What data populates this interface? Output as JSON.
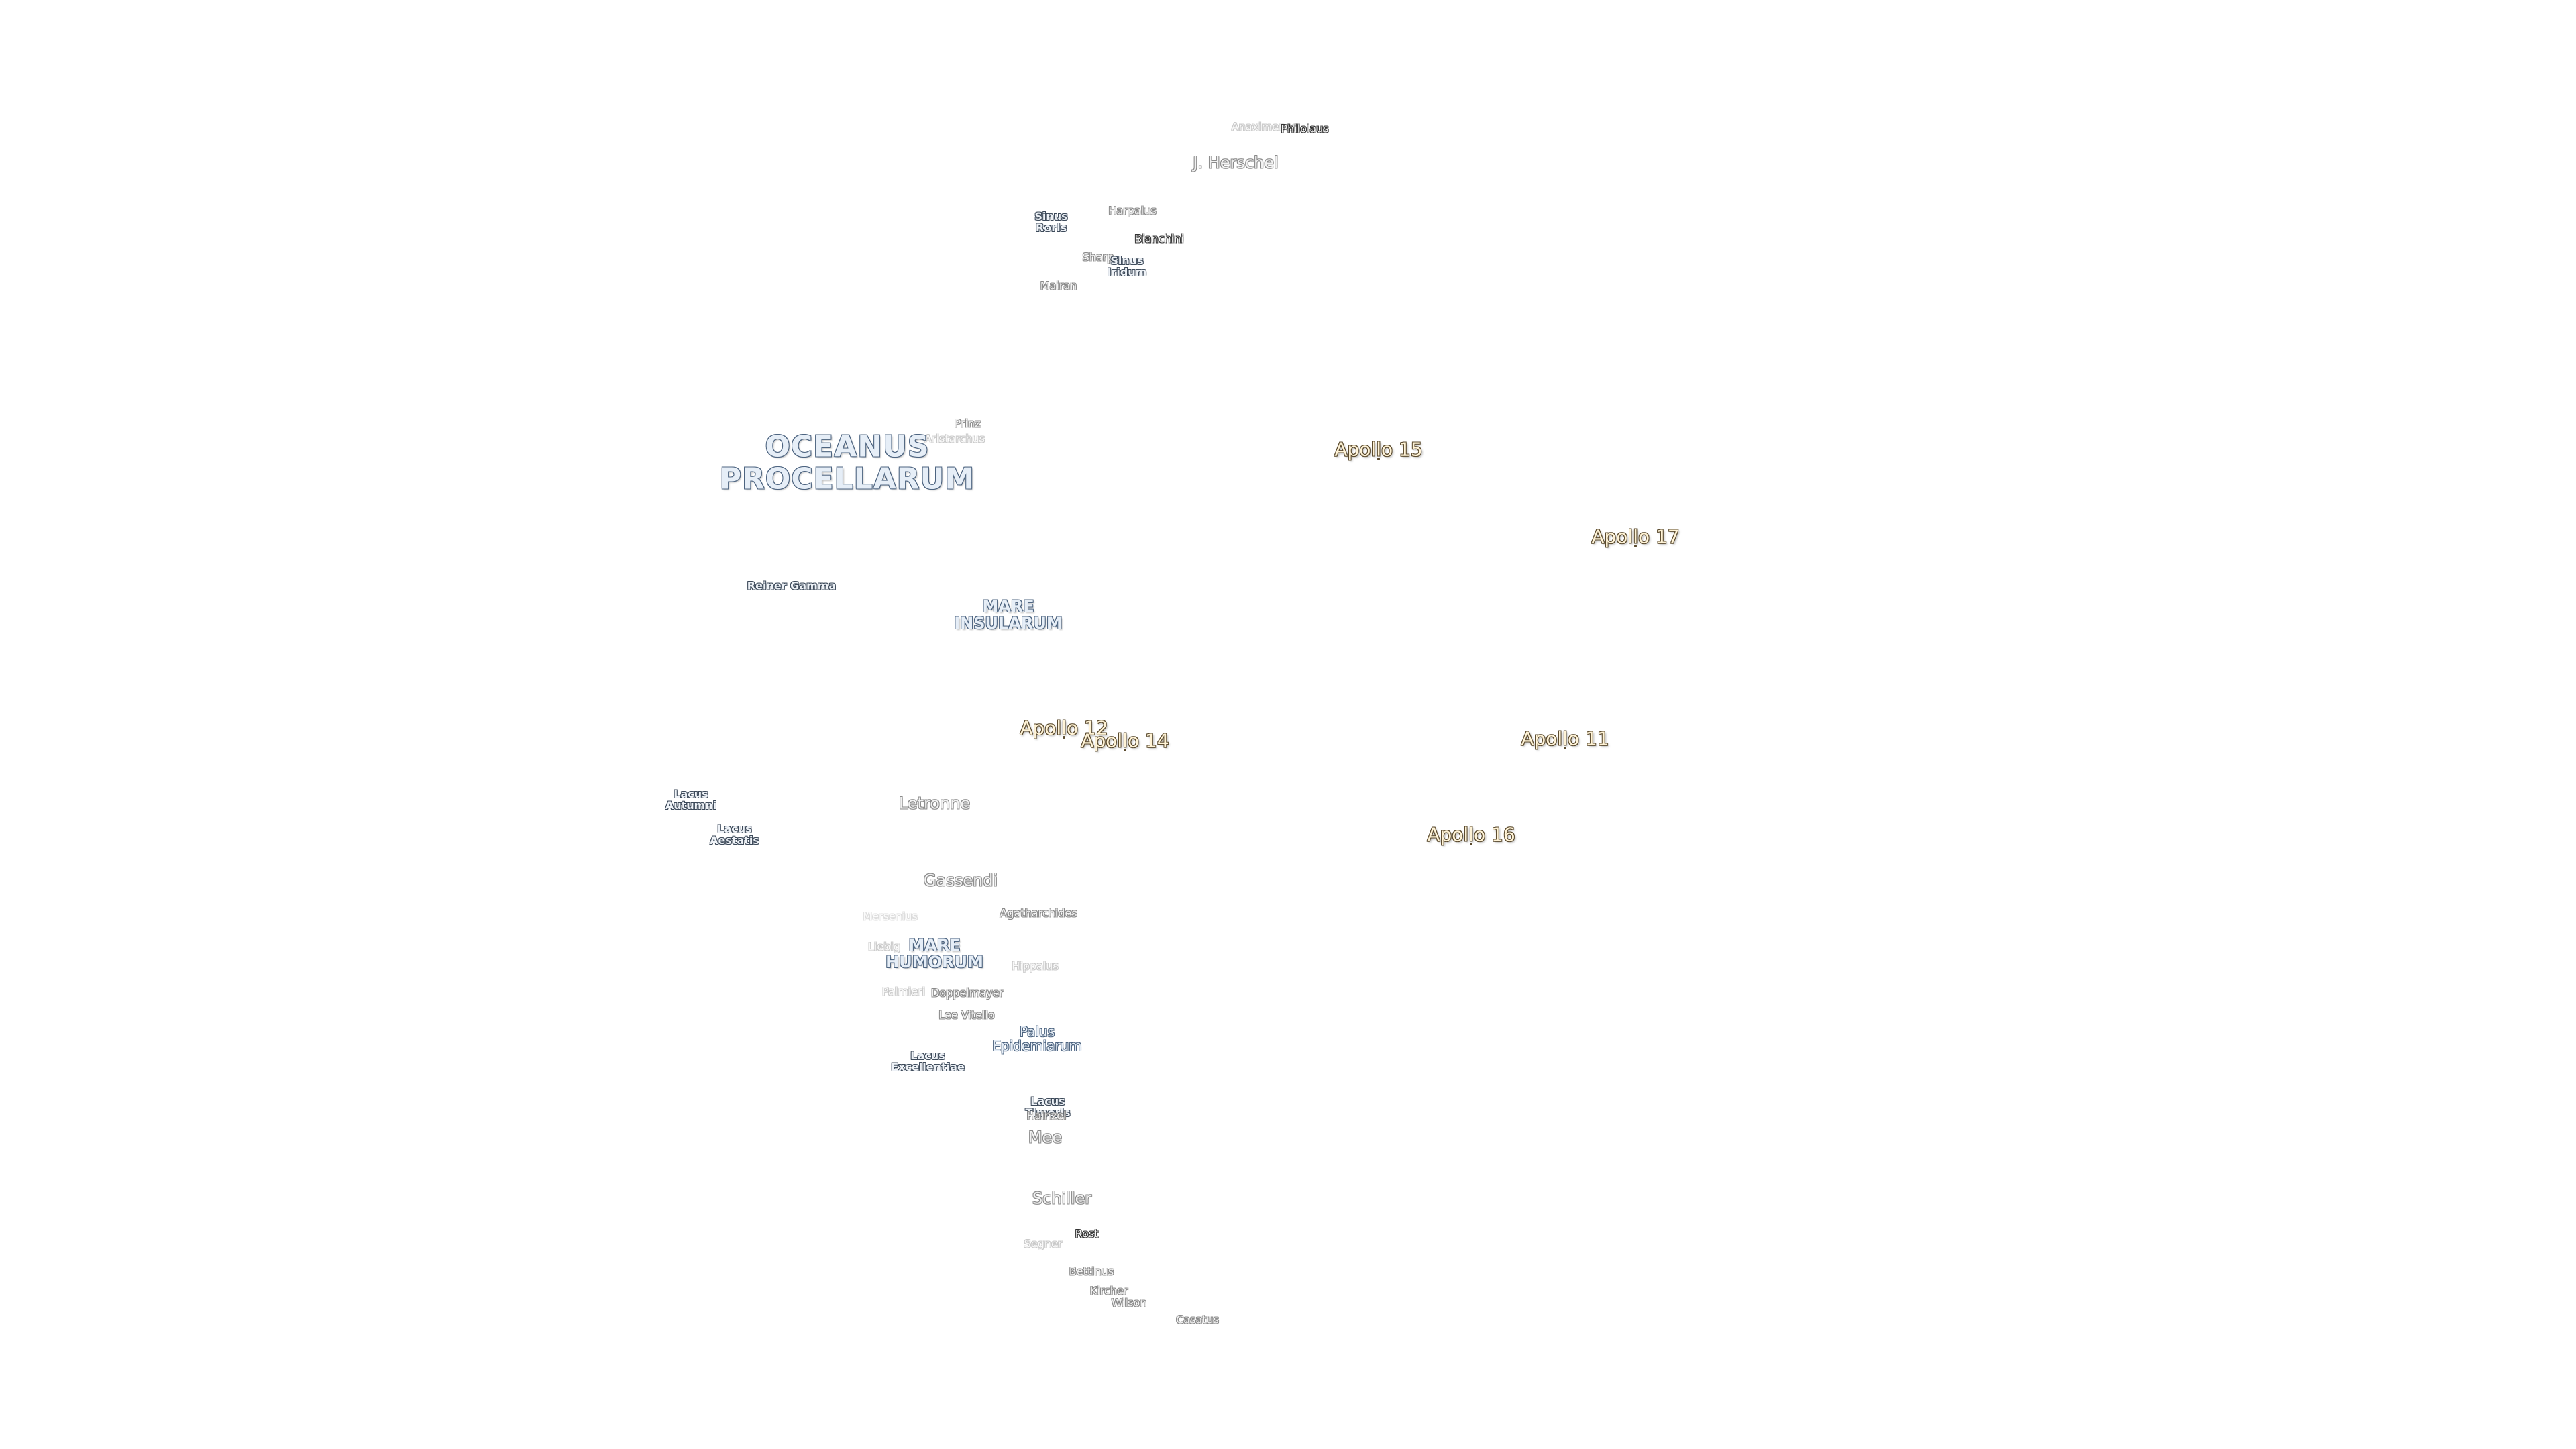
{
  "labels": {
    "oceanus_procellarum": "OCEANUS\nPROCELLARUM",
    "mare_insularum": "MARE\nINSULARUM",
    "mare_humorum": "MARE\nHUMORUM",
    "palus_epidemiarum": "Palus\nEpidemiarum",
    "sinus_roris": "Sinus\nRoris",
    "sinus_iridum": "Sinus\nIridum",
    "lacus_autumni": "Lacus\nAutumni",
    "lacus_aestatis": "Lacus\nAestatis",
    "lacus_excellentiae": "Lacus\nExcellentiae",
    "lacus_timoris": "Lacus\nTimoris",
    "reiner_gamma": "Reiner Gamma",
    "j_herschel": "J. Herschel",
    "anaximenes": "Anaximenes",
    "philolaus": "Philolaus",
    "harpalus": "Harpalus",
    "bianchini": "Bianchini",
    "sharp": "Sharp",
    "mairan": "Mairan",
    "prinz": "Prinz",
    "aristarchus": "Aristarchus",
    "letronne": "Letronne",
    "gassendi": "Gassendi",
    "agatharchides": "Agatharchides",
    "mersenius": "Mersenius",
    "liebig": "Liebig",
    "hippalus": "Hippalus",
    "palmieri": "Palmieri",
    "doppelmayer": "Doppelmayer",
    "lee_vitello": "Lee Vitello",
    "hainzel": "Hainzel",
    "mee": "Mee",
    "schiller": "Schiller",
    "rost": "Rost",
    "segner": "Segner",
    "bettinus": "Bettinus",
    "kircher": "Kircher",
    "wilson": "Wilson",
    "casatus": "Casatus"
  },
  "landing_sites": {
    "apollo_11": "Apollo 11",
    "apollo_12": "Apollo 12",
    "apollo_14": "Apollo 14",
    "apollo_15": "Apollo 15",
    "apollo_16": "Apollo 16",
    "apollo_17": "Apollo 17"
  },
  "colors": {
    "background": "#ffffff",
    "sea_outline": "#4d6480",
    "crater_outline": "#8a8a8a",
    "apollo_fill": "#fff3d6",
    "apollo_outline": "#5a4a2e"
  }
}
